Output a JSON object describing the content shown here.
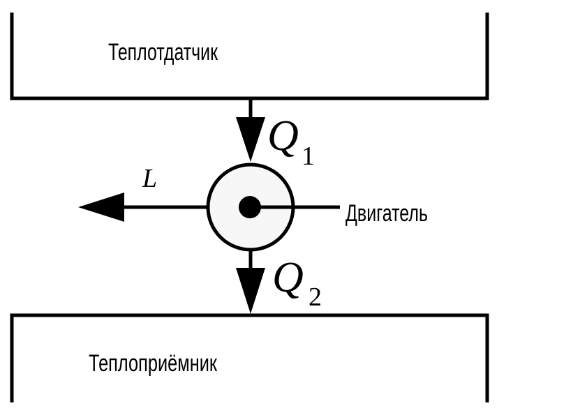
{
  "diagram": {
    "source": {
      "label": "Теплотдатчик"
    },
    "sink": {
      "label": "Теплоприёмник"
    },
    "engine": {
      "label": "Двигатель"
    },
    "flows": {
      "q1": {
        "symbol": "Q",
        "subscript": "1"
      },
      "q2": {
        "symbol": "Q",
        "subscript": "2"
      },
      "work": {
        "symbol": "L"
      }
    },
    "colors": {
      "stroke": "#000000",
      "engine_fill": "#f7f7f7",
      "background": "#ffffff"
    }
  }
}
